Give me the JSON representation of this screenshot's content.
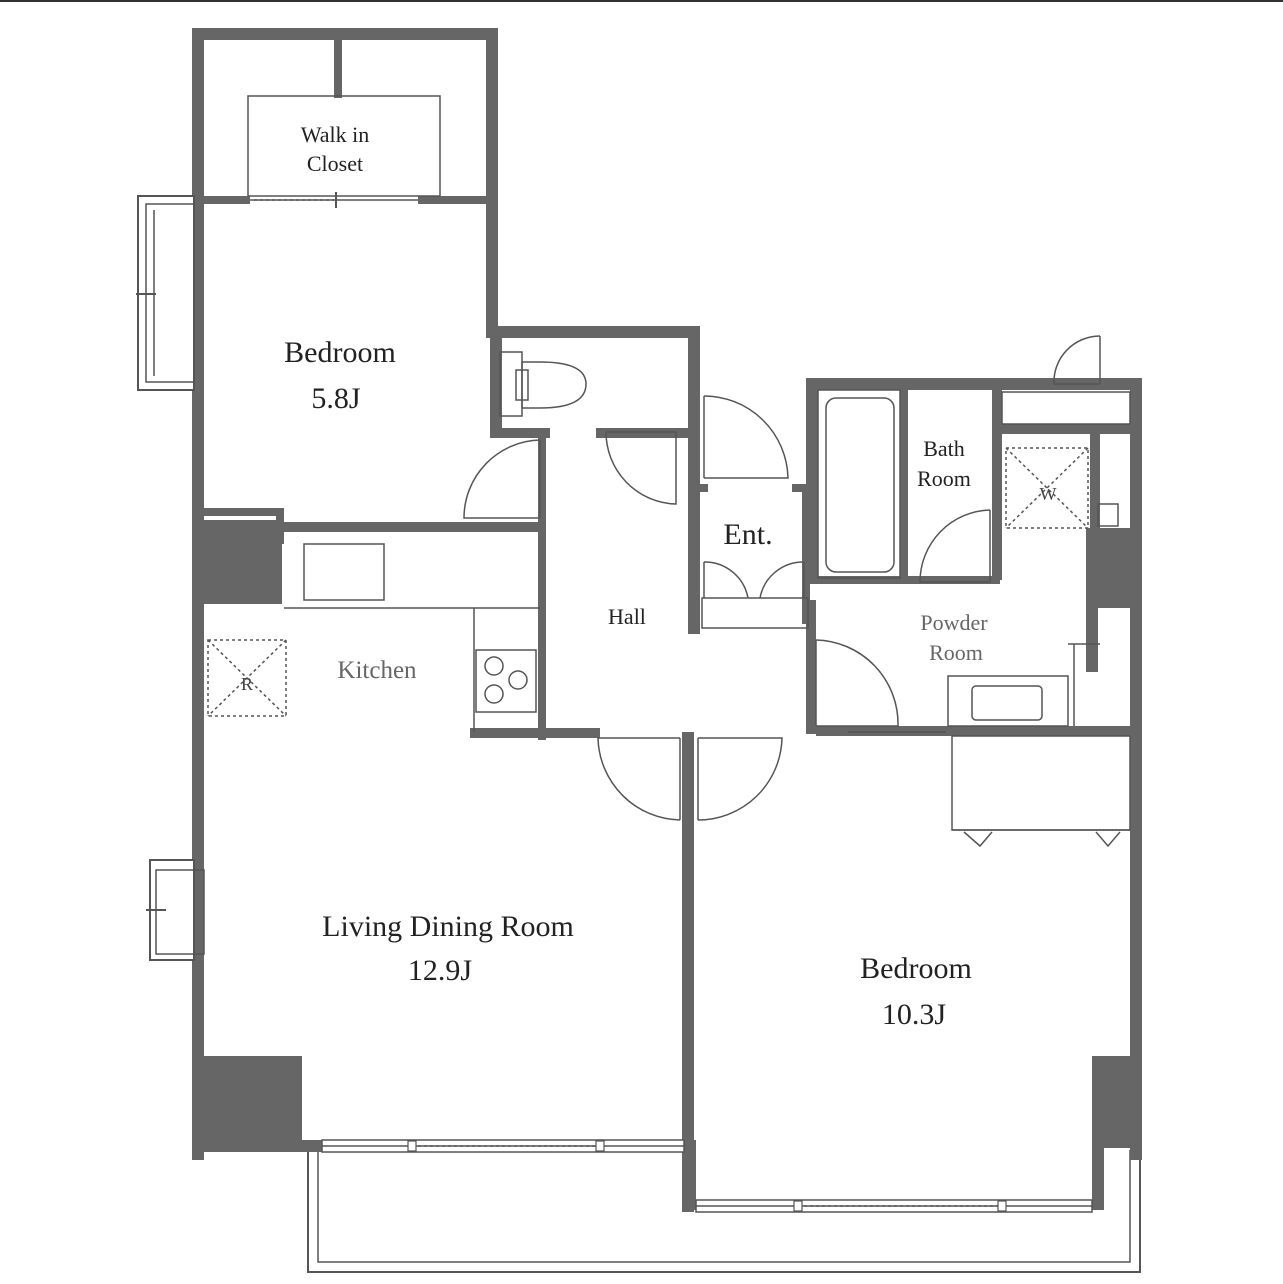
{
  "rooms": {
    "walk_in_closet": {
      "line1": "Walk in",
      "line2": "Closet"
    },
    "bedroom_upper": {
      "name": "Bedroom",
      "size": "5.8J"
    },
    "bath_room": {
      "line1": "Bath",
      "line2": "Room"
    },
    "entrance": {
      "name": "Ent."
    },
    "hall": {
      "name": "Hall"
    },
    "kitchen": {
      "name": "Kitchen"
    },
    "powder_room": {
      "line1": "Powder",
      "line2": "Room"
    },
    "living_dining": {
      "name": "Living Dining Room",
      "size": "12.9J"
    },
    "bedroom_lower": {
      "name": "Bedroom",
      "size": "10.3J"
    }
  },
  "symbols": {
    "refrigerator": "R",
    "washer": "W"
  },
  "colors": {
    "wall": "#666666",
    "line": "#555555",
    "background": "#ffffff"
  }
}
